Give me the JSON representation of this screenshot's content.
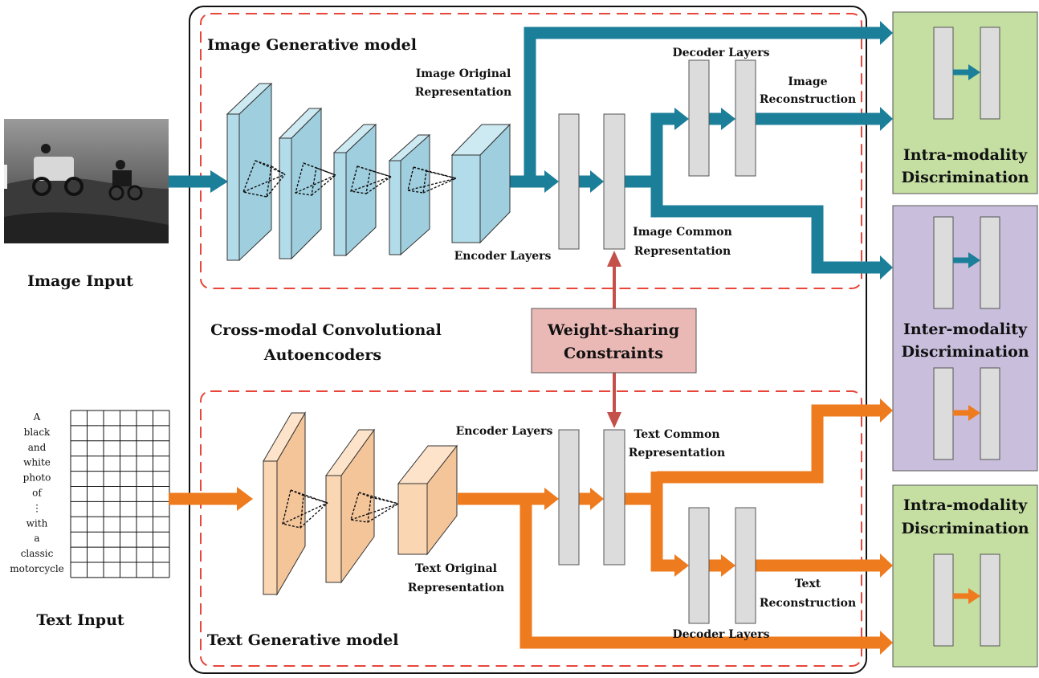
{
  "image_input": {
    "label": "Image Input"
  },
  "text_input": {
    "label": "Text Input",
    "words": [
      "A",
      "black",
      "and",
      "white",
      "photo",
      "of",
      "⋮",
      "with",
      "a",
      "classic",
      "motorcycle"
    ]
  },
  "image_model": {
    "title": "Image Generative model",
    "original_rep": [
      "Image Original",
      "Representation"
    ],
    "encoder": "Encoder Layers",
    "decoder": "Decoder Layers",
    "reconstruction": [
      "Image",
      "Reconstruction"
    ],
    "common_rep": [
      "Image Common",
      "Representation"
    ]
  },
  "text_model": {
    "title": "Text Generative model",
    "original_rep": [
      "Text Original",
      "Representation"
    ],
    "encoder": "Encoder Layers",
    "decoder": "Decoder Layers",
    "reconstruction": [
      "Text",
      "Reconstruction"
    ],
    "common_rep": [
      "Text Common",
      "Representation"
    ]
  },
  "cross_modal": [
    "Cross-modal Convolutional",
    "Autoencoders"
  ],
  "weight_sharing": [
    "Weight-sharing",
    "Constraints"
  ],
  "discriminators": {
    "intra_image": [
      "Intra-modality",
      "Discrimination"
    ],
    "inter": [
      "Inter-modality",
      "Discrimination"
    ],
    "intra_text": [
      "Intra-modality",
      "Discrimination"
    ]
  },
  "colors": {
    "image_flow": "#1b7f99",
    "text_flow": "#ee7b1e",
    "image_layer": "#b3dcea",
    "text_layer": "#fbd6b3",
    "dense_layer": "#dcdcdc",
    "intra_panel": "#c5dfa3",
    "inter_panel": "#c9bfdd",
    "weight_box": "#eab9b6",
    "dashed_border": "#e8463a",
    "weight_arrow": "#c4504a"
  }
}
